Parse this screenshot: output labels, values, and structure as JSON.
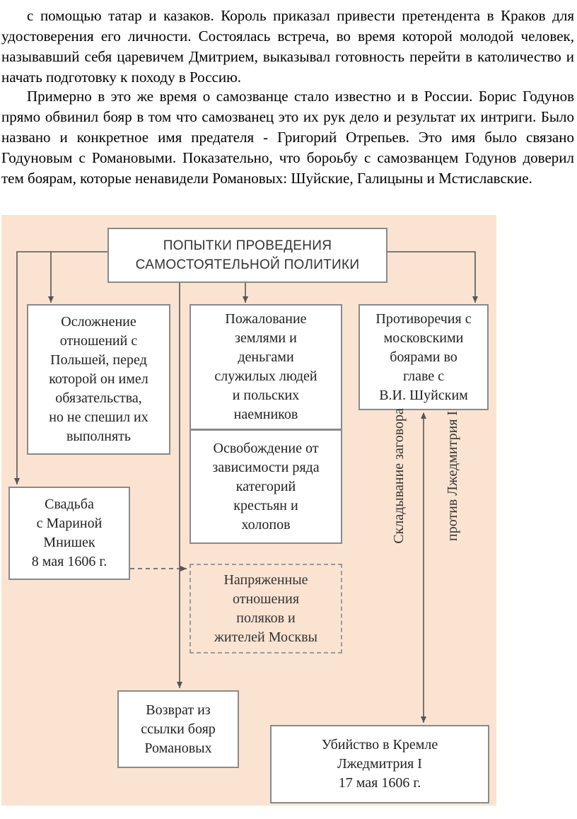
{
  "text": {
    "paragraph_1": "с помощью татар и казаков. Король приказал привести претендента в Краков для удостоверения его личности. Состоялась встреча, во время которой молодой человек, называвший себя царевичем Дмитрием, выказывал готовность перейти в католичество и начать подготовку к походу в Россию.",
    "paragraph_2": "Примерно в это же время о самозванце стало известно и в России. Борис Годунов прямо обвинил бояр в том что самозванец это их рук дело и результат их интриги. Было названо и конкретное имя предателя - Григорий Отрепьев. Это имя было связано Годуновым с Романовыми. Показательно, что бороьбу с самозванцем Годунов доверил тем боярам, которые ненавидели Романовых: Шуйские, Галицыны и Мстиславские."
  },
  "diagram": {
    "title": "ПОПЫТКИ ПРОВЕДЕНИЯ\nСАМОСТОЯТЕЛЬНОЙ ПОЛИТИКИ",
    "boxes": {
      "poland": "Осложнение\nотношений с\nПольшей, перед\nкоторой он имел\nобязательства,\nно не спешил их\nвыполнять",
      "grants": "Пожалование\nземлями и\nденьгами\nслужилых людей\nи польских\nнаемников",
      "contradictions": "Противоречия с\nмосковскими\nбоярами во\nглаве с\nВ.И. Шуйским",
      "liberation": "Освобождение от\nзависимости ряда\nкатегорий\nкрестьян и\nхолопов",
      "wedding": "Свадьба\nс Мариной\nМнишек\n8 мая 1606 г.",
      "tension": "Напряженные\nотношения\nполяков и\nжителей Москвы",
      "return": "Возврат из\nссылки бояр\nРомановых",
      "murder": "Убийство в Кремле\nЛжедмитрия I\n17 мая 1606 г."
    },
    "vertical_labels": {
      "conspiracy": "Складывание заговора",
      "against": "против Лжедмитрия I"
    },
    "colors": {
      "background": "#fbe3d2",
      "box_border": "#8a8a8a",
      "line": "#555555"
    }
  }
}
